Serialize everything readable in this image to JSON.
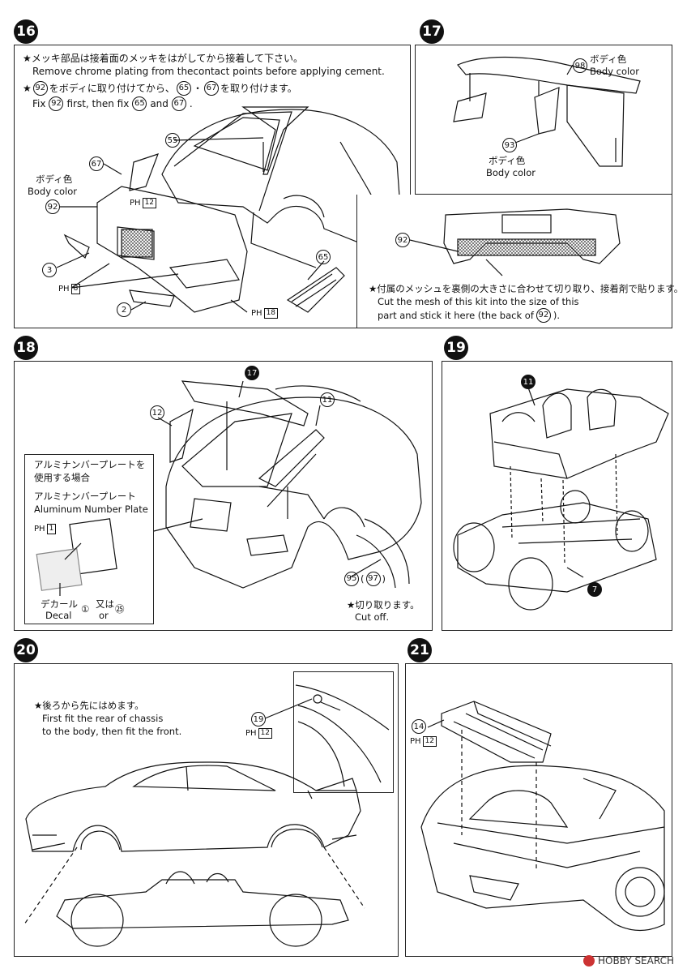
{
  "steps": {
    "s16": {
      "num": "16",
      "note1_jp": "★メッキ部品は接着面のメッキをはがしてから接着して下さい。",
      "note1_en": "Remove chrome plating from thecontact points before applying cement.",
      "note2_jp_a": "をボディに取り付けてから、",
      "note2_jp_b": "を取り付けます。",
      "note2_en_a": "Fix",
      "note2_en_b": "first, then fix",
      "note2_en_c": "and",
      "body_color_jp": "ボディ色",
      "body_color_en": "Body color",
      "parts": [
        "92",
        "65",
        "67",
        "55",
        "2",
        "3"
      ],
      "ph": [
        "12",
        "8",
        "18"
      ],
      "ph_prefix": "PH"
    },
    "s17": {
      "num": "17",
      "body_color_jp": "ボディ色",
      "body_color_en": "Body color",
      "parts": [
        "98",
        "93",
        "92"
      ],
      "note_jp": "★付属のメッシュを裏側の大きさに合わせて切り取り、接着剤で貼ります。",
      "note_en1": "Cut the mesh of this kit into the size of this",
      "note_en2_a": "part and stick it here (the back of",
      "note_en2_b": ")."
    },
    "s18": {
      "num": "18",
      "parts": [
        "17",
        "12",
        "11",
        "95",
        "97"
      ],
      "plate_jp1": "アルミナンバープレートを",
      "plate_jp2": "使用する場合",
      "plate_jp3": "アルミナンバープレート",
      "plate_en": "Aluminum Number Plate",
      "ph": "1",
      "decal_jp": "デカール",
      "decal_en": "Decal",
      "decal_or_jp": "又は",
      "decal_or_en": "or",
      "decal_nums": [
        "①",
        "㉕"
      ],
      "cut_jp": "★切り取ります。",
      "cut_en": "Cut off."
    },
    "s19": {
      "num": "19",
      "parts": [
        "11",
        "7"
      ]
    },
    "s20": {
      "num": "20",
      "note_jp": "★後ろから先にはめます。",
      "note_en1": "First fit the rear of chassis",
      "note_en2": "to the body, then fit the front.",
      "parts": [
        "19"
      ],
      "ph": "12"
    },
    "s21": {
      "num": "21",
      "parts": [
        "14"
      ],
      "ph": "12"
    }
  },
  "watermark": "HOBBY SEARCH"
}
